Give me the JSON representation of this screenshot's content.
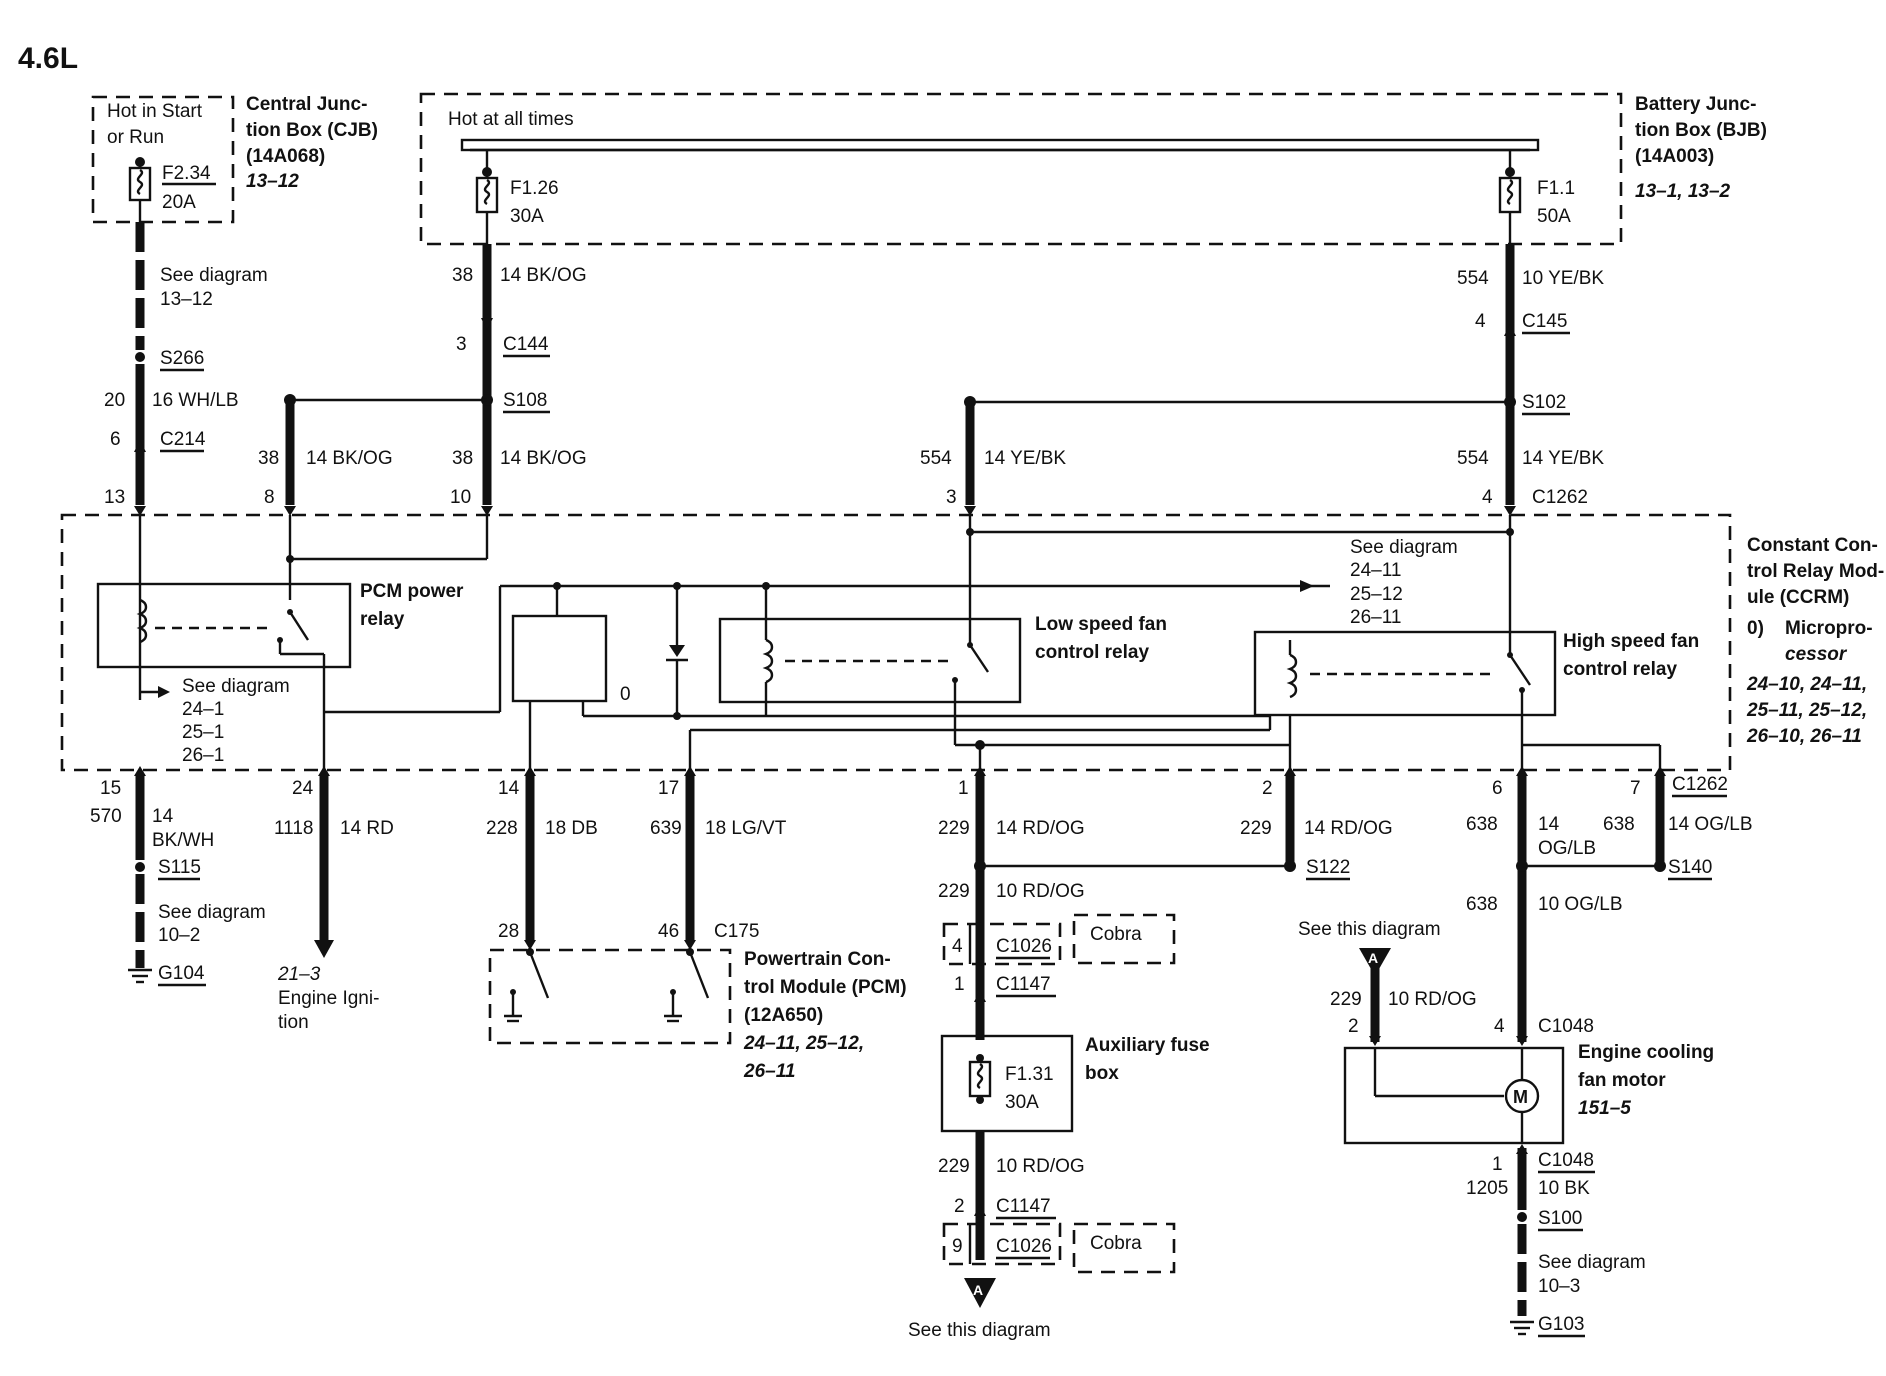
{
  "title": "4.6L",
  "cjb": {
    "box_l1": "Hot in Start",
    "box_l2": "or Run",
    "fuse": "F2.34",
    "amp": "20A",
    "name_l1": "Central Junc-",
    "name_l2": "tion Box (CJB)",
    "name_l3": "(14A068)",
    "ref": "13–12"
  },
  "bjb": {
    "hot": "Hot at all times",
    "fuse1": "F1.26",
    "amp1": "30A",
    "fuse2": "F1.1",
    "amp2": "50A",
    "name_l1": "Battery Junc-",
    "name_l2": "tion Box (BJB)",
    "name_l3": "(14A003)",
    "ref": "13–1, 13–2"
  },
  "top": {
    "see_diag_l1": "See diagram",
    "see_diag_l2": "13–12",
    "s266": "S266",
    "c214": "C214",
    "c214_pin": "6",
    "w20": "20",
    "w20_label": "16 WH/LB",
    "w38a": "38",
    "w38a_label": "14 BK/OG",
    "c144_pin": "3",
    "c144": "C144",
    "s108": "S108",
    "w38b": "38",
    "w38b_label": "14 BK/OG",
    "w38c": "38",
    "w38c_label": "14 BK/OG",
    "w554a": "554",
    "w554a_label": "10 YE/BK",
    "c145_pin": "4",
    "c145": "C145",
    "s102": "S102",
    "w554b": "554",
    "w554b_label": "14 YE/BK",
    "w554c": "554",
    "w554c_label": "14 YE/BK",
    "p13": "13",
    "p8": "8",
    "p10": "10",
    "p3": "3",
    "p4": "4",
    "c1262": "C1262"
  },
  "ccrm": {
    "name_l1": "Constant Con-",
    "name_l2": "trol Relay Mod-",
    "name_l3": "ule (CCRM)",
    "micro_num": "0)",
    "micro_l1": "Micropro-",
    "micro_l2": "cessor",
    "ref_l1": "24–10, 24–11,",
    "ref_l2": "25–11, 25–12,",
    "ref_l3": "26–10, 26–11",
    "pcm_relay_l1": "PCM power",
    "pcm_relay_l2": "relay",
    "see_l1": "See diagram",
    "see_l2": "24–1",
    "see_l3": "25–1",
    "see_l4": "26–1",
    "micro_pin": "0",
    "see2_l1": "See diagram",
    "see2_l2": "24–11",
    "see2_l3": "25–12",
    "see2_l4": "26–11",
    "low_l1": "Low speed fan",
    "low_l2": "control relay",
    "high_l1": "High speed fan",
    "high_l2": "control relay"
  },
  "bottom": {
    "p15": "15",
    "w570": "570",
    "w570_l1": "14",
    "w570_l2": "BK/WH",
    "s115": "S115",
    "see_g_l1": "See diagram",
    "see_g_l2": "10–2",
    "g104": "G104",
    "p24": "24",
    "w1118": "1118",
    "w1118_label": "14 RD",
    "ign_l1": "21–3",
    "ign_l2": "Engine Igni-",
    "ign_l3": "tion",
    "p14": "14",
    "w228": "228",
    "w228_label": "18 DB",
    "p17": "17",
    "w639": "639",
    "w639_label": "18 LG/VT",
    "p28": "28",
    "p46": "46",
    "c175": "C175",
    "pcm_l1": "Powertrain Con-",
    "pcm_l2": "trol Module (PCM)",
    "pcm_l3": "(12A650)",
    "pcm_ref_l1": "24–11, 25–12,",
    "pcm_ref_l2": "26–11",
    "p1": "1",
    "w229a": "229",
    "w229a_label": "14 RD/OG",
    "p2": "2",
    "w229b": "229",
    "w229b_label": "14 RD/OG",
    "s122": "S122",
    "w229c": "229",
    "w229c_label": "10 RD/OG",
    "c1026_pin": "4",
    "c1026": "C1026",
    "cobra": "Cobra",
    "c1147_pin": "1",
    "c1147": "C1147",
    "aux_fuse": "F1.31",
    "aux_amp": "30A",
    "aux_l1": "Auxiliary fuse",
    "aux_l2": "box",
    "w229d": "229",
    "w229d_label": "10 RD/OG",
    "c1147b_pin": "2",
    "c1147b": "C1147",
    "c1026b_pin": "9",
    "c1026b": "C1026",
    "cobra2": "Cobra",
    "see_this_bottom": "See this diagram",
    "p6": "6",
    "w638a": "638",
    "w638a_l1": "14",
    "w638a_l2": "OG/LB",
    "p7": "7",
    "w638b": "638",
    "w638b_label": "14 OG/LB",
    "c1262b": "C1262",
    "s140": "S140",
    "w638c": "638",
    "w638c_label": "10 OG/LB",
    "see_this_right": "See this diagram",
    "conn_a": "A",
    "w229e": "229",
    "w229e_label": "10 RD/OG",
    "m_pin2": "2",
    "m_pin4": "4",
    "c1048": "C1048",
    "motor_l1": "Engine cooling",
    "motor_l2": "fan motor",
    "motor_ref": "151–5",
    "motor_m": "M",
    "m_pin1": "1",
    "c1048b": "C1048",
    "w1205": "1205",
    "w1205_label": "10 BK",
    "s100": "S100",
    "see_g2_l1": "See diagram",
    "see_g2_l2": "10–3",
    "g103": "G103"
  }
}
